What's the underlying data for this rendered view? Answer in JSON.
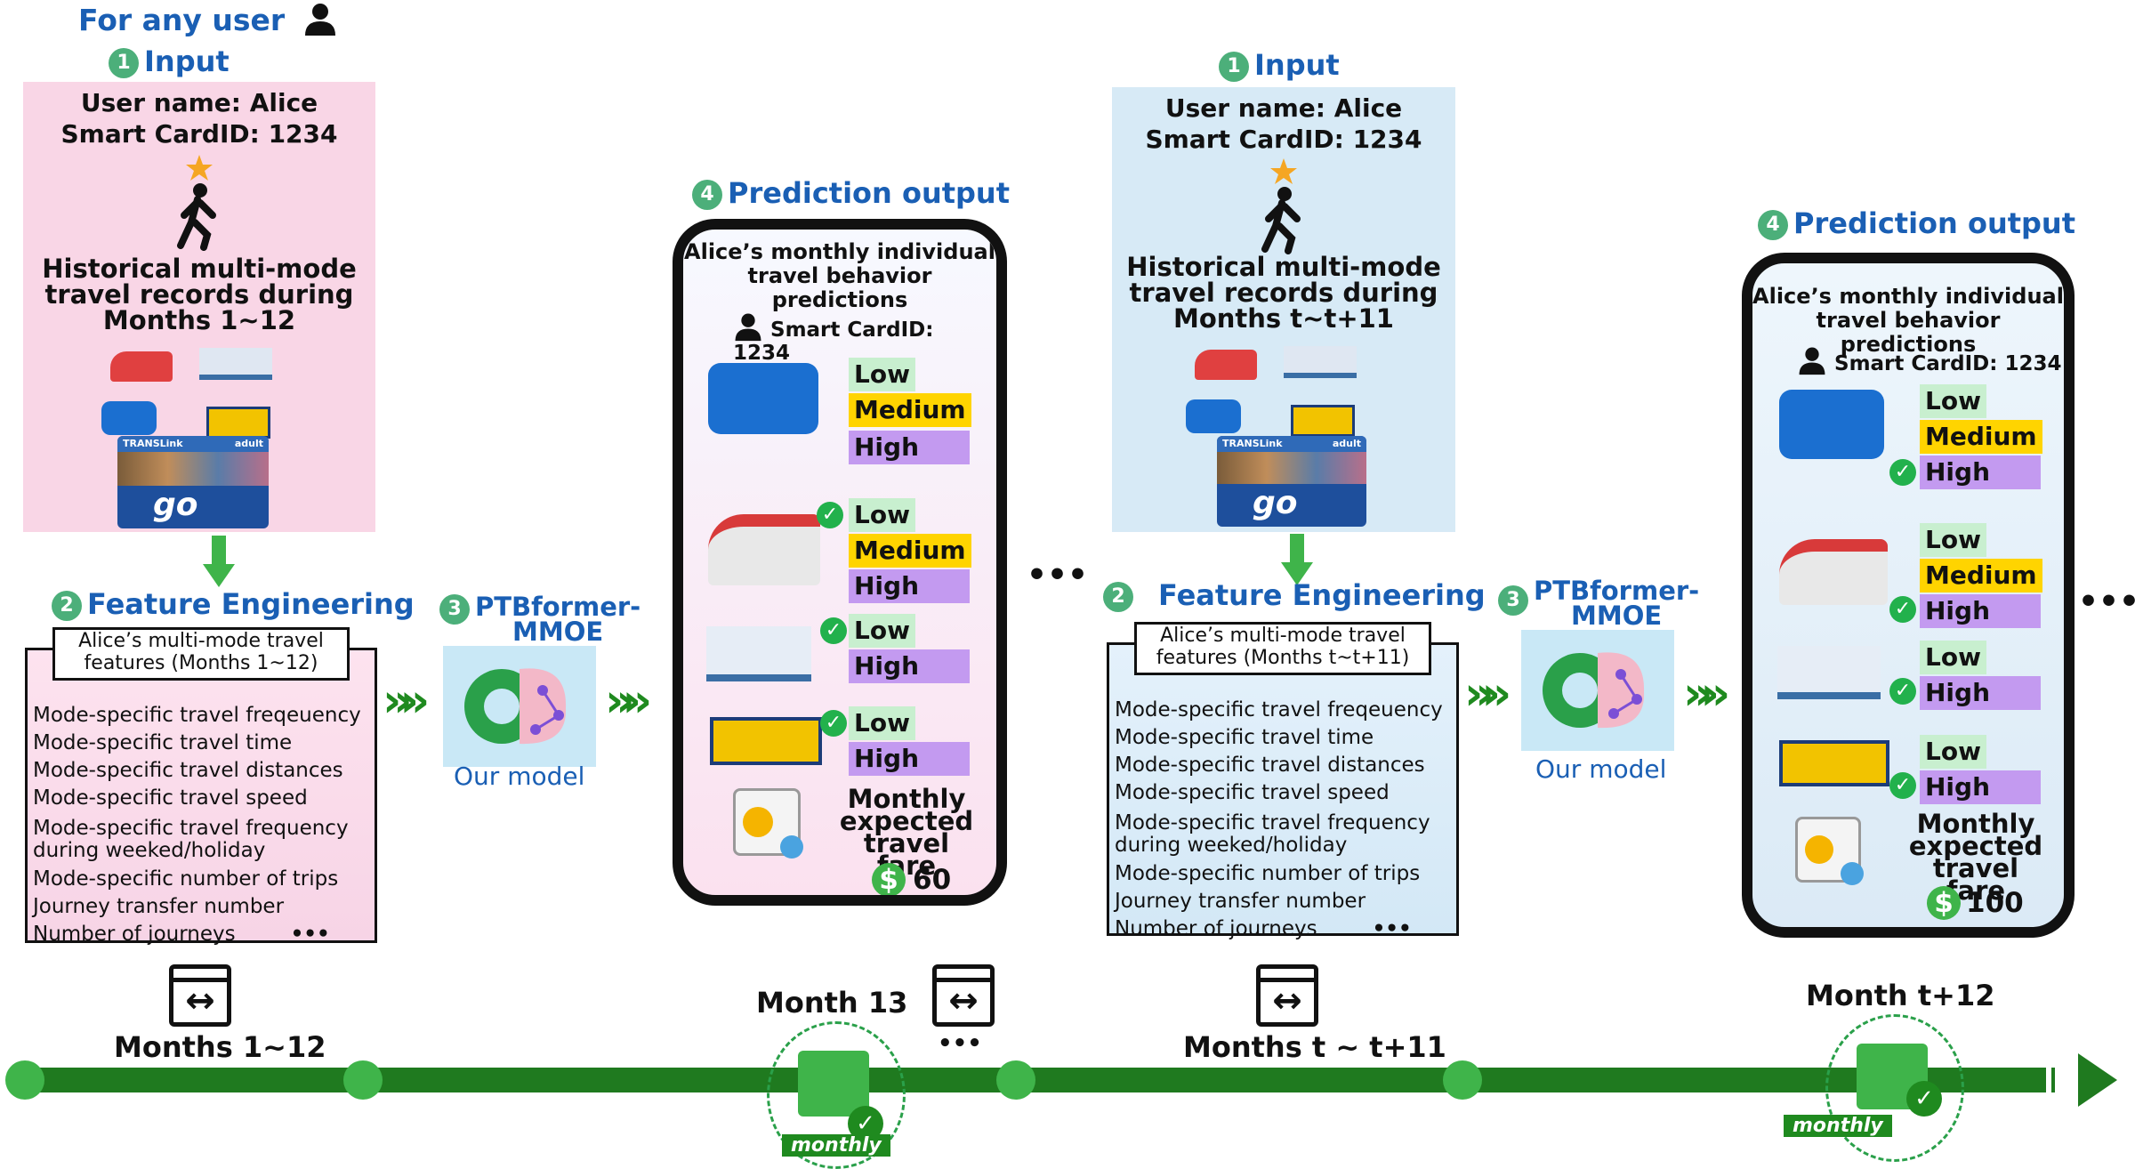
{
  "header": {
    "for_any_user": "For any user"
  },
  "left_block": {
    "input_num": "1",
    "input_label": "Input",
    "user_name": "User name: Alice",
    "card_id": "Smart CardID: 1234",
    "hist_line1": "Historical multi-mode",
    "hist_line2": "travel records during",
    "hist_line3": "Months 1~12",
    "card_brand": "TRANSLink",
    "card_adult": "adult",
    "card_logo": "go",
    "fe_num": "2",
    "fe_label": "Feature Engineering",
    "fe_banner_l1": "Alice’s multi-mode travel",
    "fe_banner_l2": "features (Months 1~12)",
    "features": [
      "Mode-specific travel freqeuency",
      "Mode-specific travel time",
      "Mode-specific travel distances",
      "Mode-specific travel speed",
      "Mode-specific travel frequency",
      "during weeked/holiday",
      "Mode-specific number of trips",
      "Journey transfer number",
      "Number of journeys"
    ],
    "ellipsis": "•••",
    "model_num": "3",
    "model_l1": "PTBformer-",
    "model_l2": "MMOE",
    "our_model": "Our model",
    "pred_num": "4",
    "pred_label": "Prediction output",
    "phone_hdr1": "Alice’s monthly individual",
    "phone_hdr2": "travel behavior predictions",
    "phone_card": "Smart CardID: 1234",
    "fare_l1": "Monthly",
    "fare_l2": "expected",
    "fare_l3": "travel fare",
    "fare_value": "60"
  },
  "right_block": {
    "input_num": "1",
    "input_label": "Input",
    "user_name": "User name: Alice",
    "card_id": "Smart CardID: 1234",
    "hist_line1": "Historical multi-mode",
    "hist_line2": "travel records during",
    "hist_line3": "Months t~t+11",
    "card_brand": "TRANSLink",
    "card_adult": "adult",
    "card_logo": "go",
    "fe_num": "2",
    "fe_label": "Feature Engineering",
    "fe_banner_l1": "Alice’s multi-mode travel",
    "fe_banner_l2": "features (Months t~t+11)",
    "features": [
      "Mode-specific travel freqeuency",
      "Mode-specific travel time",
      "Mode-specific travel distances",
      "Mode-specific travel speed",
      "Mode-specific travel frequency",
      "during weeked/holiday",
      "Mode-specific number of trips",
      "Journey transfer number",
      "Number of journeys"
    ],
    "ellipsis": "•••",
    "model_num": "3",
    "model_l1": "PTBformer-",
    "model_l2": "MMOE",
    "our_model": "Our model",
    "pred_num": "4",
    "pred_label": "Prediction output",
    "phone_hdr1": "Alice’s monthly individual",
    "phone_hdr2": "travel behavior predictions",
    "phone_card": "Smart CardID: 1234",
    "fare_l1": "Monthly",
    "fare_l2": "expected",
    "fare_l3": "travel fare",
    "fare_value": "100"
  },
  "levels": {
    "low": "Low",
    "medium": "Medium",
    "high": "High"
  },
  "dollar": "$",
  "checkmark": "✓",
  "mid_ellipsis": "•••",
  "timeline": {
    "months_1_12": "Months 1~12",
    "month_13": "Month 13",
    "months_t": "Months t ~ t+11",
    "month_t12": "Month t+12",
    "dots": "•••",
    "monthly": "monthly"
  },
  "colors": {
    "accent_blue": "#1a5fb4",
    "timeline_green": "#1f7a1f",
    "step_green": "#4caf7a"
  }
}
